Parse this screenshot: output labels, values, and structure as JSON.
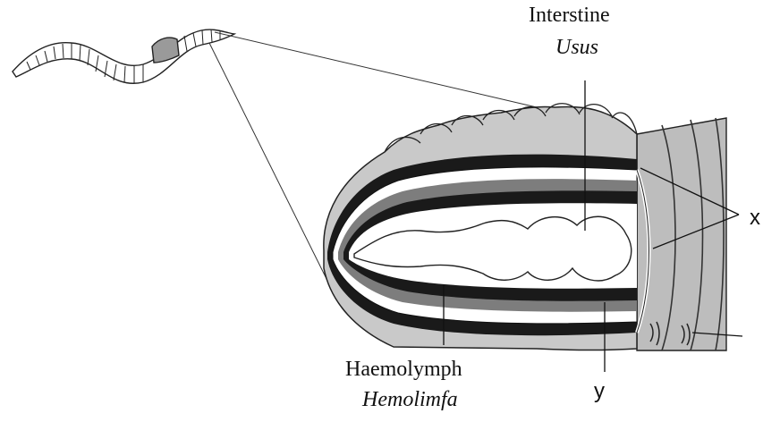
{
  "labels": {
    "intestine_en": "Interstine",
    "intestine_local": "Usus",
    "haemolymph_en": "Haemolymph",
    "haemolymph_local": "Hemolimfa",
    "x": "x",
    "y": "y"
  },
  "colors": {
    "ink": "#111111",
    "segment_fill": "#c9c9c9",
    "dark_layer": "#1a1a1a",
    "mid_layer": "#7d7d7d",
    "body_wall": "#bdbdbd"
  }
}
